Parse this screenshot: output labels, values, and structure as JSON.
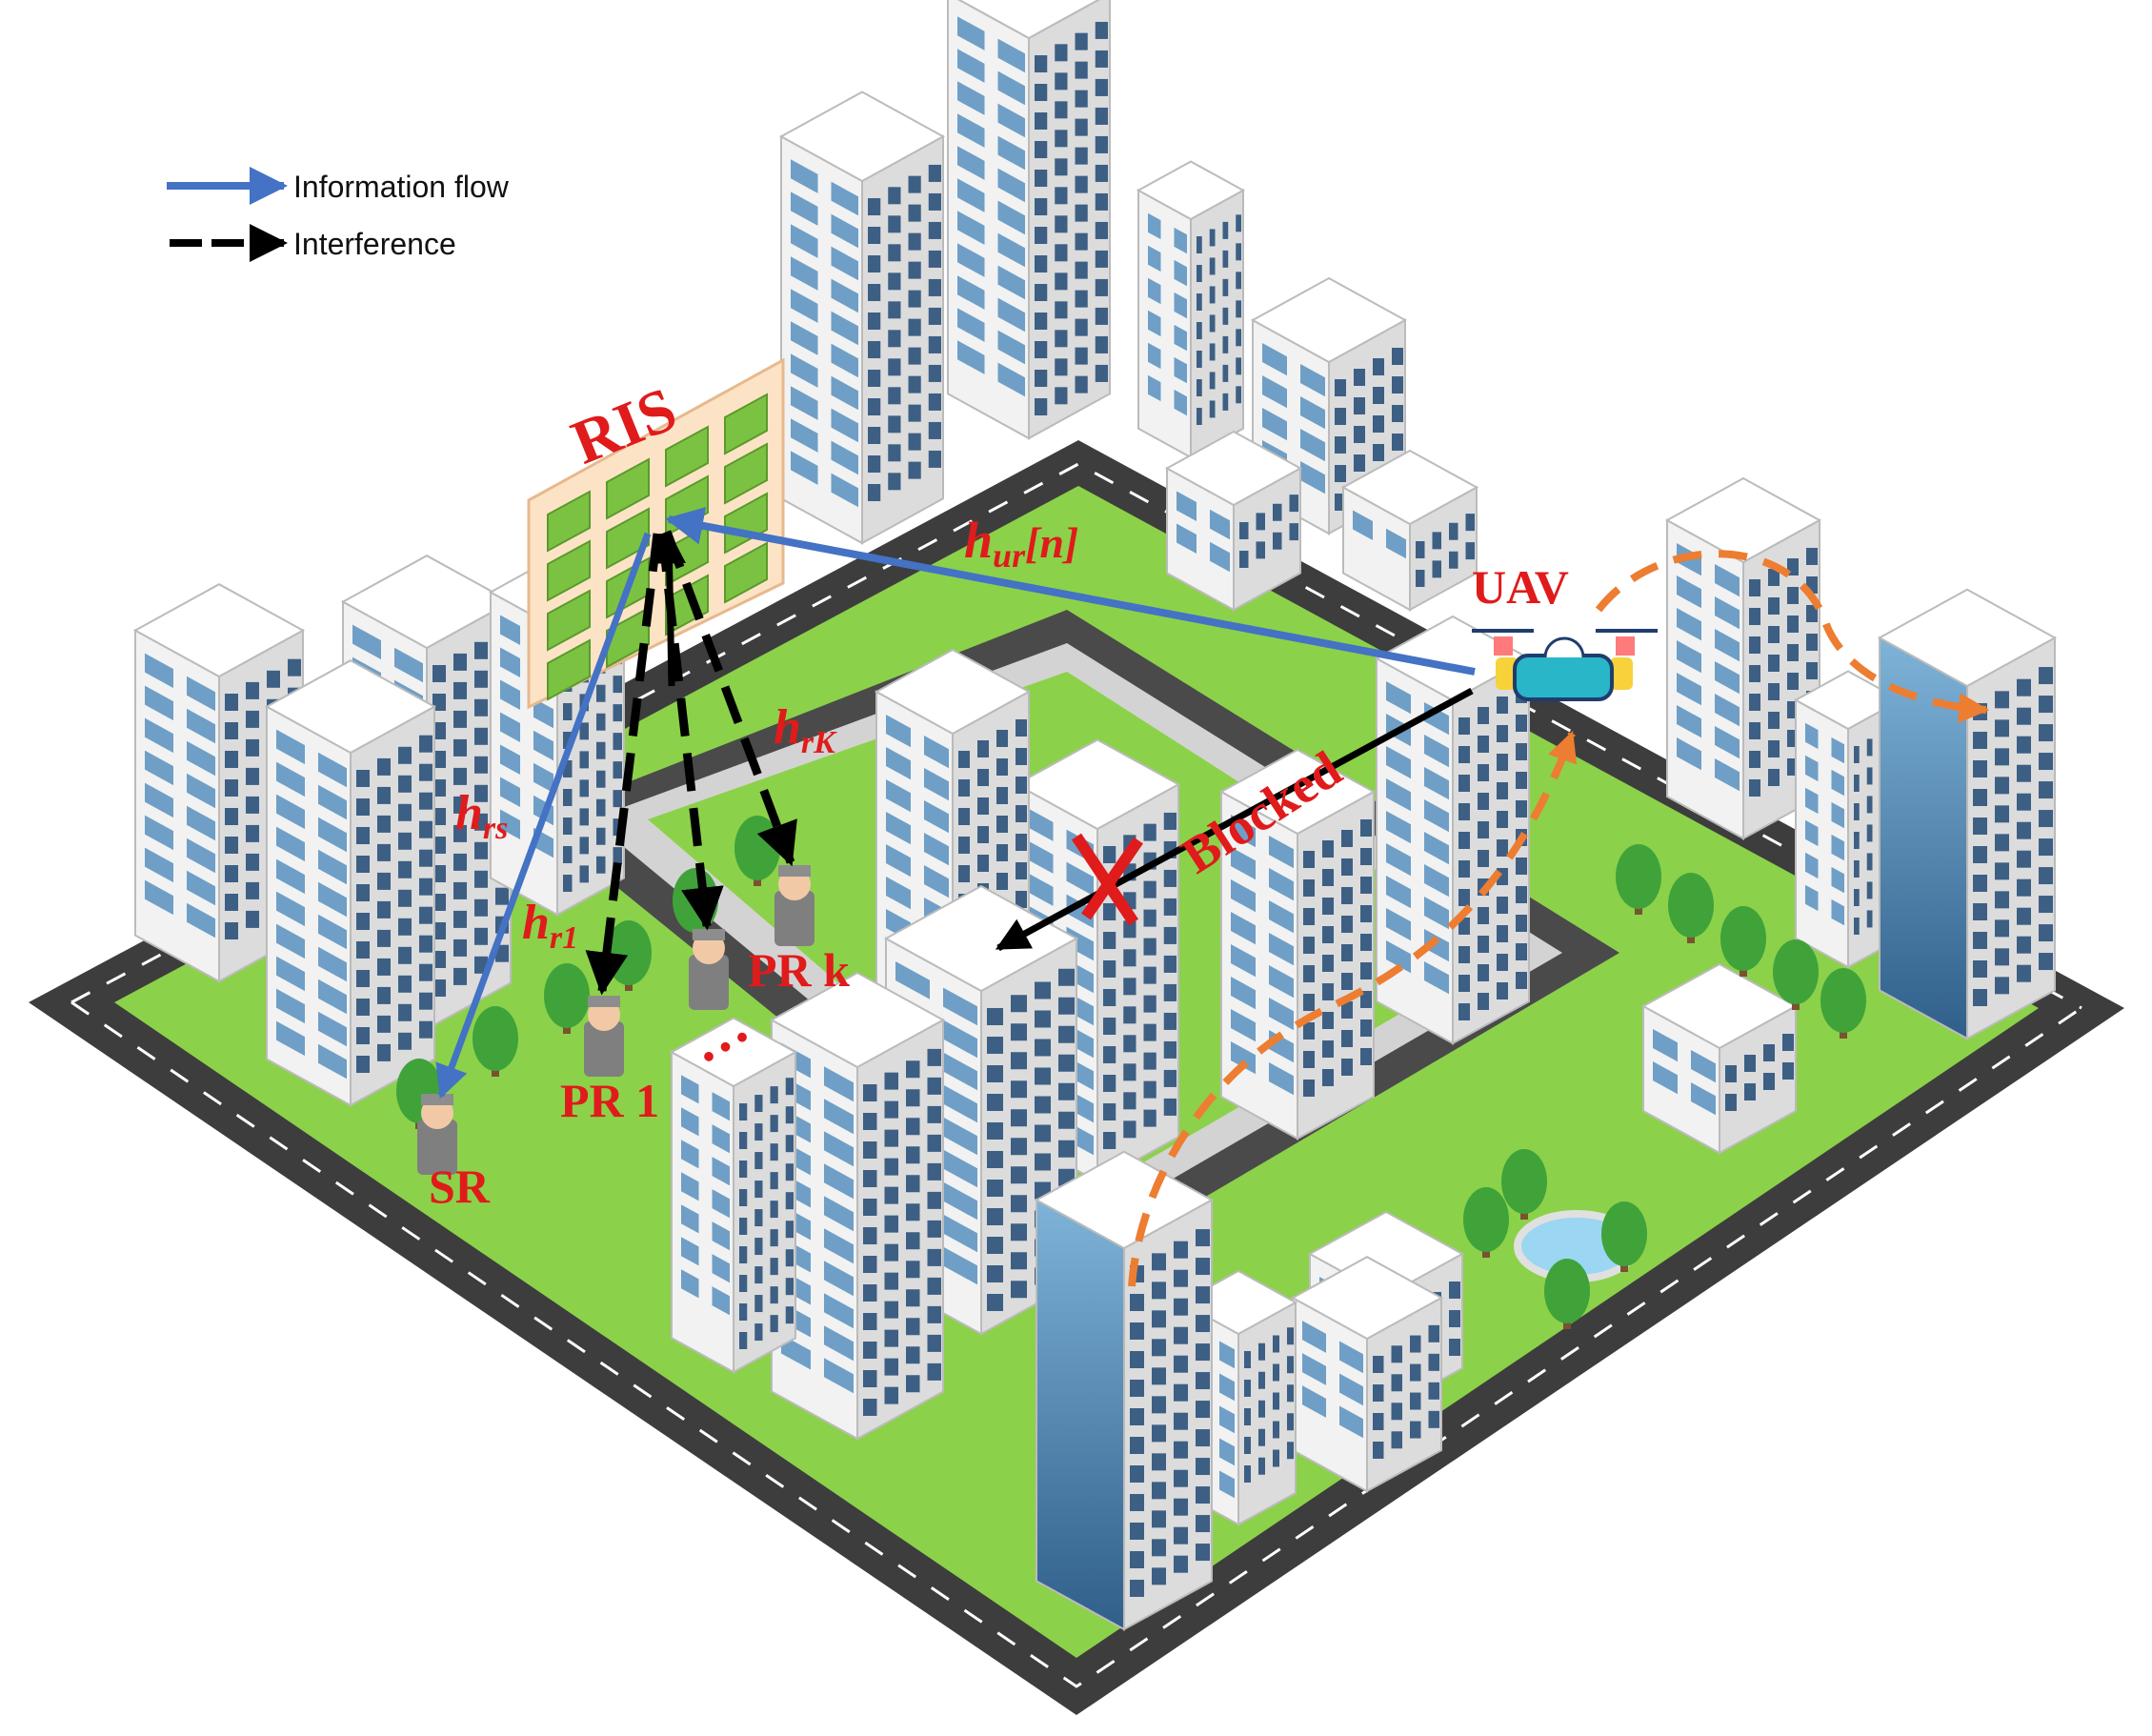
{
  "legend": {
    "items": [
      {
        "label": "Information flow",
        "style": "solid",
        "color": "#4472c4"
      },
      {
        "label": "Interference",
        "style": "dashed",
        "color": "#000000"
      }
    ]
  },
  "labels": {
    "ris": "RIS",
    "uav": "UAV",
    "sr": "SR",
    "pr1": "PR 1",
    "prk": "PR k",
    "dots": "…",
    "blocked": "Blocked"
  },
  "channels": {
    "h_ur_main": "h",
    "h_ur_sub": "ur",
    "h_ur_arg": "[n]",
    "h_rs_main": "h",
    "h_rs_sub": "rs",
    "h_r1_main": "h",
    "h_r1_sub": "r1",
    "h_rK_main": "h",
    "h_rK_sub": "rK"
  },
  "colors": {
    "info_flow": "#4472c4",
    "interference": "#000000",
    "trajectory": "#ed7d31",
    "label_red": "#e01b1b",
    "grass": "#8cd14a",
    "road": "#444444",
    "pavement": "#c9c9c9"
  }
}
